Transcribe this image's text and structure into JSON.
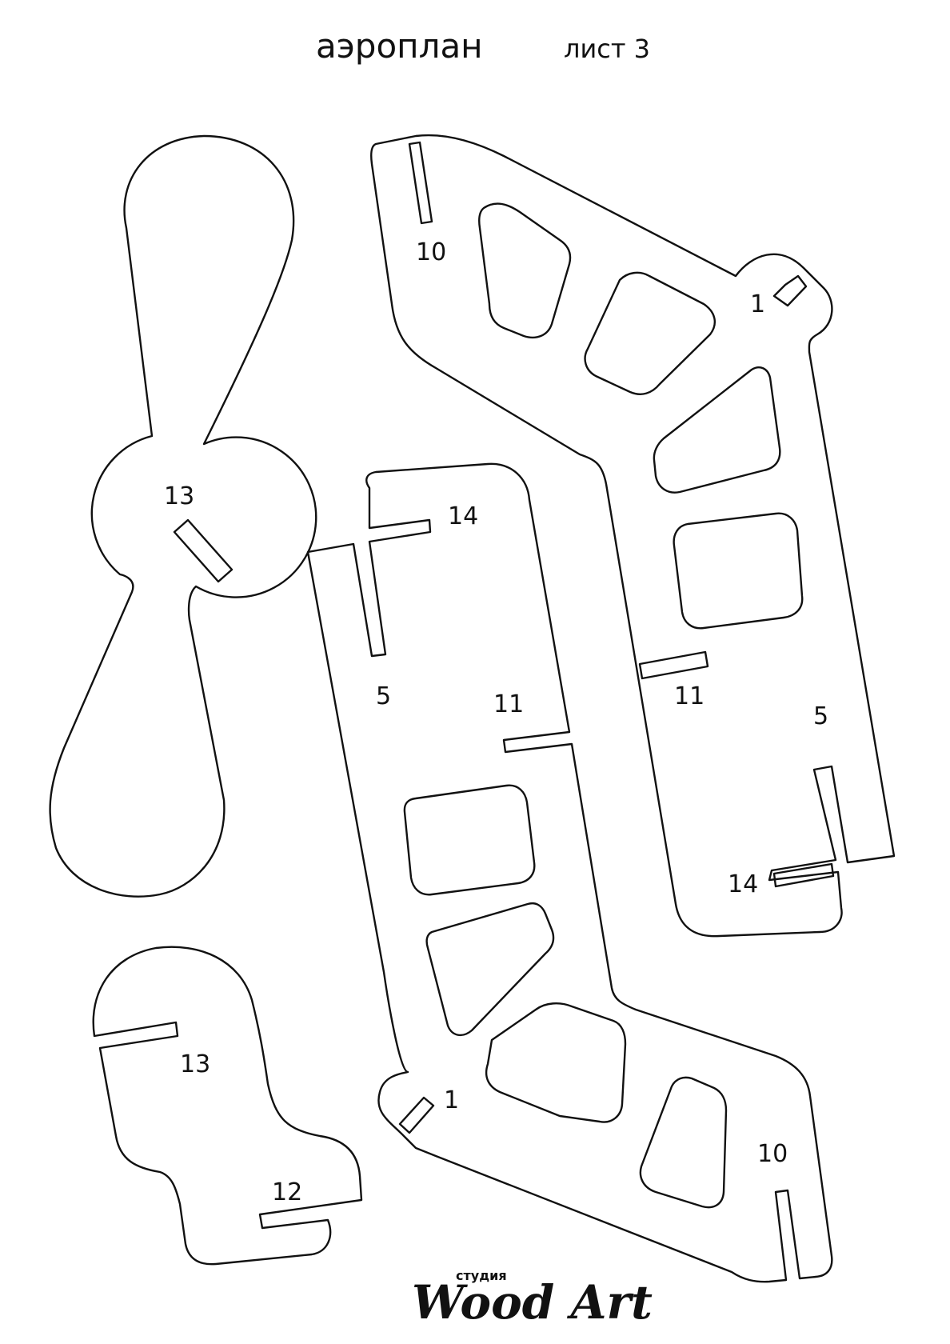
{
  "header": {
    "title": "аэроплан",
    "sheet": "лист 3"
  },
  "parts": {
    "propeller": {
      "slot_label": "13"
    },
    "fuselage_left": {
      "slot_14": "14",
      "slot_5": "5",
      "slot_11": "11",
      "slot_1": "1",
      "slot_10": "10"
    },
    "fuselage_right": {
      "slot_10": "10",
      "slot_1": "1",
      "slot_11": "11",
      "slot_5": "5",
      "slot_14": "14"
    },
    "seat": {
      "slot_13": "13",
      "slot_12": "12"
    }
  },
  "brand": {
    "small": "студия",
    "big": "Wood Art"
  },
  "colors": {
    "line": "#111111",
    "background": "#ffffff"
  }
}
